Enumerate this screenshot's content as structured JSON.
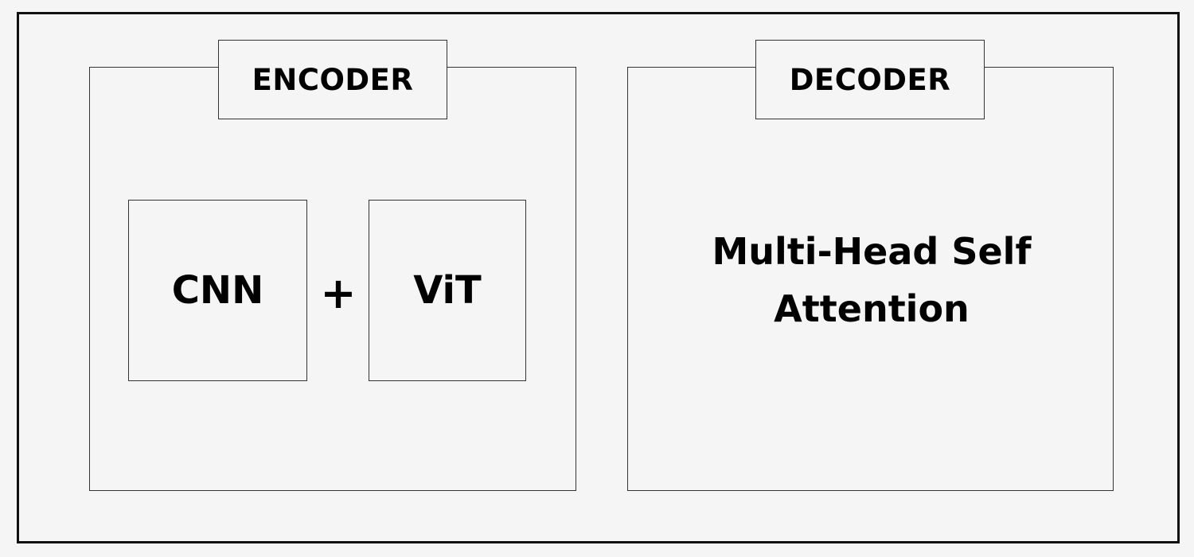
{
  "encoder": {
    "title": "ENCODER",
    "blocks": [
      {
        "label": "CNN"
      },
      {
        "label": "ViT"
      }
    ],
    "operator": "+"
  },
  "decoder": {
    "title": "DECODER",
    "block": {
      "line1": "Multi-Head Self",
      "line2": "Attention"
    }
  },
  "colors": {
    "background": "#f5f5f5",
    "border": "#333333",
    "text": "#000000"
  }
}
